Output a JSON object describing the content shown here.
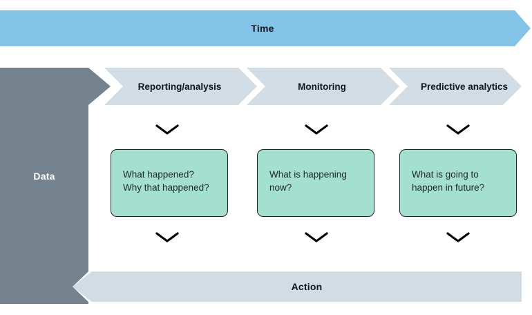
{
  "diagram": {
    "title_banner": {
      "label": "Time",
      "color": "#84c3e8",
      "direction": "right"
    },
    "data_block": {
      "label": "Data",
      "color": "#75838f",
      "text_color": "#ffffff"
    },
    "action_banner": {
      "label": "Action",
      "color": "#d2dce4",
      "direction": "left"
    },
    "stage_band_color": "#d2dce4",
    "box_fill": "#a3e0cf",
    "box_border": "#1d2224",
    "stages": [
      {
        "name": "reporting-analysis",
        "label": "Reporting/analysis",
        "question": "What happened?\nWhy that happened?",
        "arrow_top": "chevron-down-icon",
        "arrow_bottom": "chevron-down-icon"
      },
      {
        "name": "monitoring",
        "label": "Monitoring",
        "question": "What is happening\nnow?",
        "arrow_top": "chevron-down-icon",
        "arrow_bottom": "chevron-down-icon"
      },
      {
        "name": "predictive-analytics",
        "label": "Predictive analytics",
        "question": "What is going to\nhappen in future?",
        "arrow_top": "chevron-down-icon",
        "arrow_bottom": "chevron-down-icon"
      }
    ]
  }
}
